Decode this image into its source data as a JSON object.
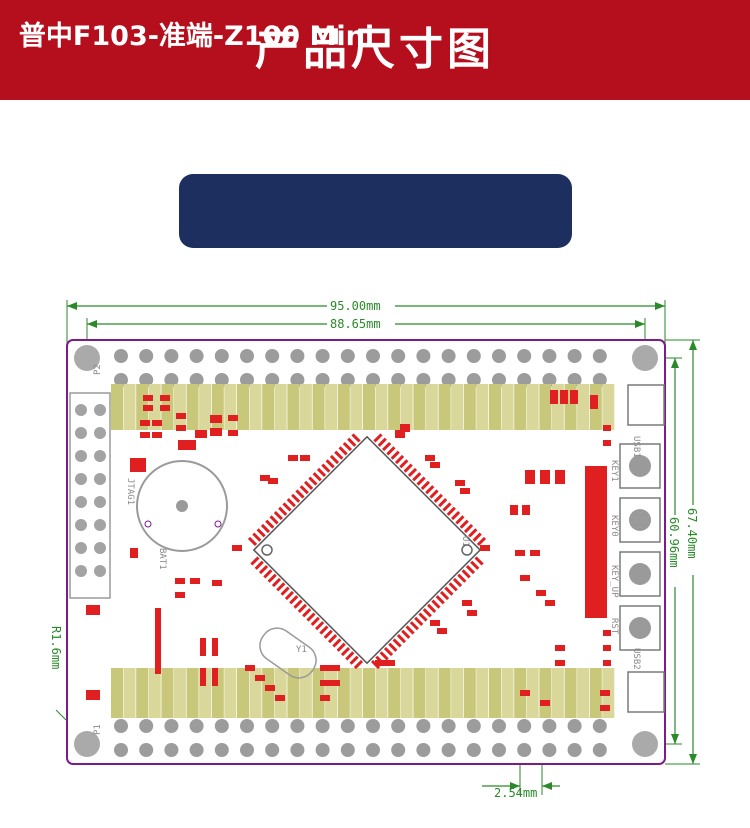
{
  "banner": {
    "title": "产品尺寸图",
    "color": "#b50f1d"
  },
  "product": {
    "name": "普中F103-准端-Z100 Mini",
    "color": "#1c2f5e"
  },
  "dimensions": {
    "width_outer": "95.00mm",
    "width_holes": "88.65mm",
    "height_outer": "67.40mm",
    "height_holes": "60.96mm",
    "corner_radius": "R1.6mm",
    "pin_pitch": "2.54mm"
  },
  "board_labels": {
    "header_top": "P2",
    "header_bottom": "P1",
    "jtag": "JTAG1",
    "battery": "BAT1",
    "chip": "U1",
    "usb1": "USB1",
    "usb2": "USB2",
    "key1": "KEY1",
    "key0": "KEY0",
    "key_up": "KEY_UP",
    "rst": "RST",
    "crystal": "Y1"
  },
  "colors": {
    "board_outline": "#7c1c8c",
    "dimension": "#2a8a2a",
    "pad_red": "#e02020",
    "header_gold": "#c8c77a"
  }
}
